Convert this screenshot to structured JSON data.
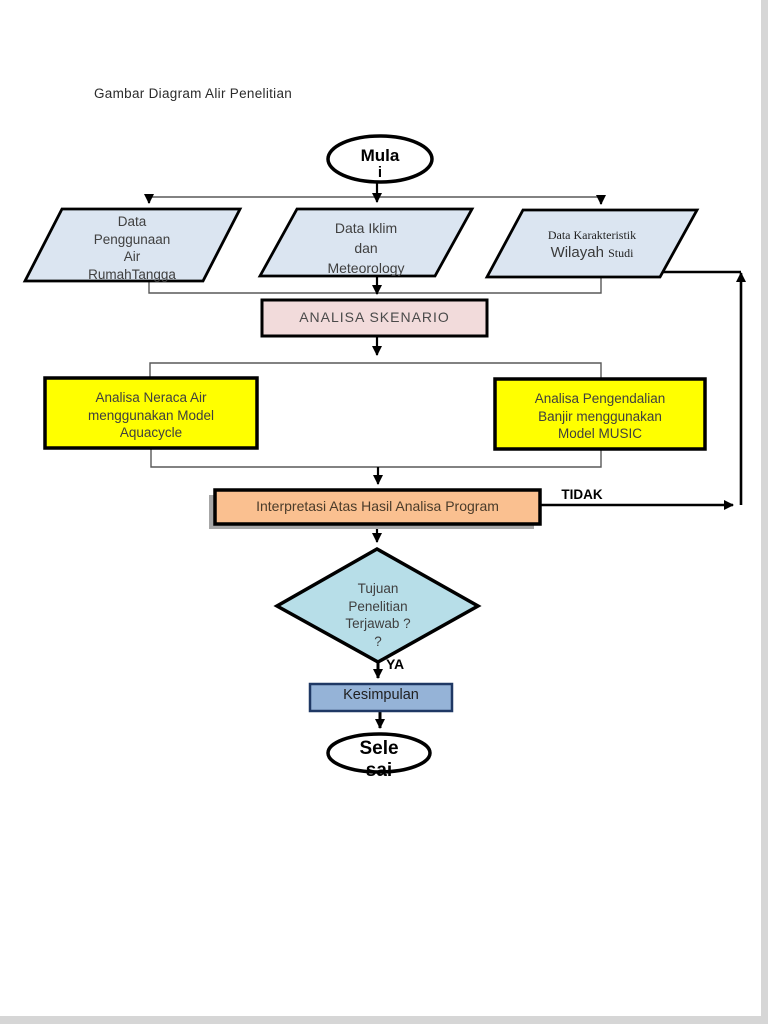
{
  "document": {
    "caption": "Gambar Diagram Alir Penelitian"
  },
  "flowchart": {
    "start": {
      "line1": "Mula",
      "line2": "i"
    },
    "inputs": [
      {
        "lines": [
          "Data",
          "Penggunaan",
          "Air",
          "RumahTangga"
        ]
      },
      {
        "lines": [
          "Data Iklim",
          "dan",
          "Meteorology"
        ]
      },
      {
        "line1": "Data Karakteristik",
        "line2_main": "Wilayah",
        "line2_small": "Studi"
      }
    ],
    "scenario_box": {
      "label": "ANALISA SKENARIO"
    },
    "neraca_box": {
      "lines": [
        "Analisa Neraca Air",
        "menggunakan Model",
        "Aquacycle"
      ]
    },
    "banjir_box": {
      "lines": [
        "Analisa Pengendalian",
        "Banjir menggunakan",
        "Model MUSIC"
      ]
    },
    "interpretasi_box": {
      "label": "Interpretasi Atas Hasil Analisa Program"
    },
    "decision": {
      "lines": [
        "Tujuan",
        "Penelitian",
        "Terjawab ?",
        "?"
      ],
      "no_label": "TIDAK",
      "yes_label": "YA"
    },
    "kesimpulan_box": {
      "label": "Kesimpulan"
    },
    "end": {
      "line1": "Sele",
      "line2": "sai"
    }
  },
  "colors": {
    "input_fill": "#dbe5f1",
    "scenario_fill": "#f2dbdb",
    "model_fill": "#ffff00",
    "interpretasi_fill": "#fac090",
    "decision_fill": "#b7dee8",
    "kesimpulan_fill": "#95b3d7",
    "kesimpulan_border": "#1f3864",
    "connector_gray": "#595959",
    "line_black": "#000000"
  }
}
